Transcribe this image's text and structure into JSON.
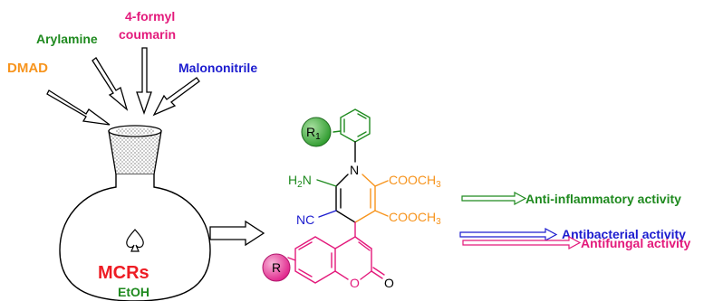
{
  "reagents": {
    "formyl_line1": "4-formyl",
    "formyl_line2": "coumarin",
    "arylamine": "Arylamine",
    "dmad": "DMAD",
    "malononitrile": "Malononitrile"
  },
  "flask": {
    "mcrs": "MCRs",
    "solvent": "EtOH"
  },
  "molecule": {
    "r1": "R",
    "r1_sub": "1",
    "n": "N",
    "h2n": "H",
    "h2n_sub": "2",
    "h2n_tail": "N",
    "nc": "NC",
    "cooch3_a": "COOCH",
    "cooch3_a_sub": "3",
    "cooch3_b": "COOCH",
    "cooch3_b_sub": "3",
    "r": "R",
    "ring_o": "O",
    "carbonyl_o": "O"
  },
  "activities": {
    "anti_inflammatory": "Anti-inflammatory activity",
    "antibacterial": "Antibacterial activity",
    "antifungal": "Antifungal activity"
  },
  "colors": {
    "green": "#1f8a1f",
    "magenta": "#e3197b",
    "orange": "#f7941d",
    "blue": "#1c1ccf",
    "red": "#ee1c24",
    "black": "#000000"
  }
}
